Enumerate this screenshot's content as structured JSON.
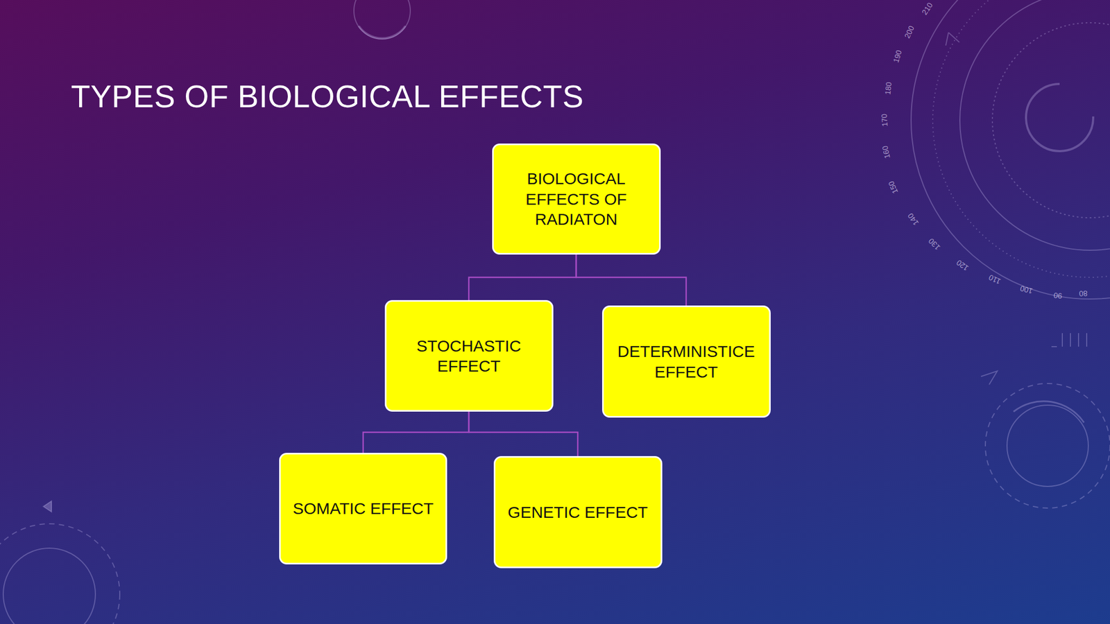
{
  "diagram": {
    "title": "TYPES OF BIOLOGICAL EFFECTS",
    "nodes": [
      {
        "text": [
          "BIOLOGICAL EFFECTS OF RADIATON"
        ]
      },
      {
        "text": [
          "STOCHASTIC EFFECT"
        ]
      },
      {
        "text": [
          "DETERMINISTICE EFFECT"
        ]
      },
      {
        "text": [
          "SOMATIC EFFECT"
        ]
      },
      {
        "text": [
          "GENETIC EFFECT"
        ]
      }
    ],
    "edges": [
      {
        "from": 0,
        "to": 1,
        "arrow": "none"
      },
      {
        "from": 0,
        "to": 2,
        "arrow": "none"
      },
      {
        "from": 1,
        "to": 3,
        "arrow": "none"
      },
      {
        "from": 1,
        "to": 4,
        "arrow": "none"
      }
    ],
    "labels": [
      "210",
      "200",
      "190",
      "180",
      "170",
      "160",
      "150",
      "140",
      "130",
      "120",
      "110",
      "100",
      "90",
      "80"
    ]
  }
}
